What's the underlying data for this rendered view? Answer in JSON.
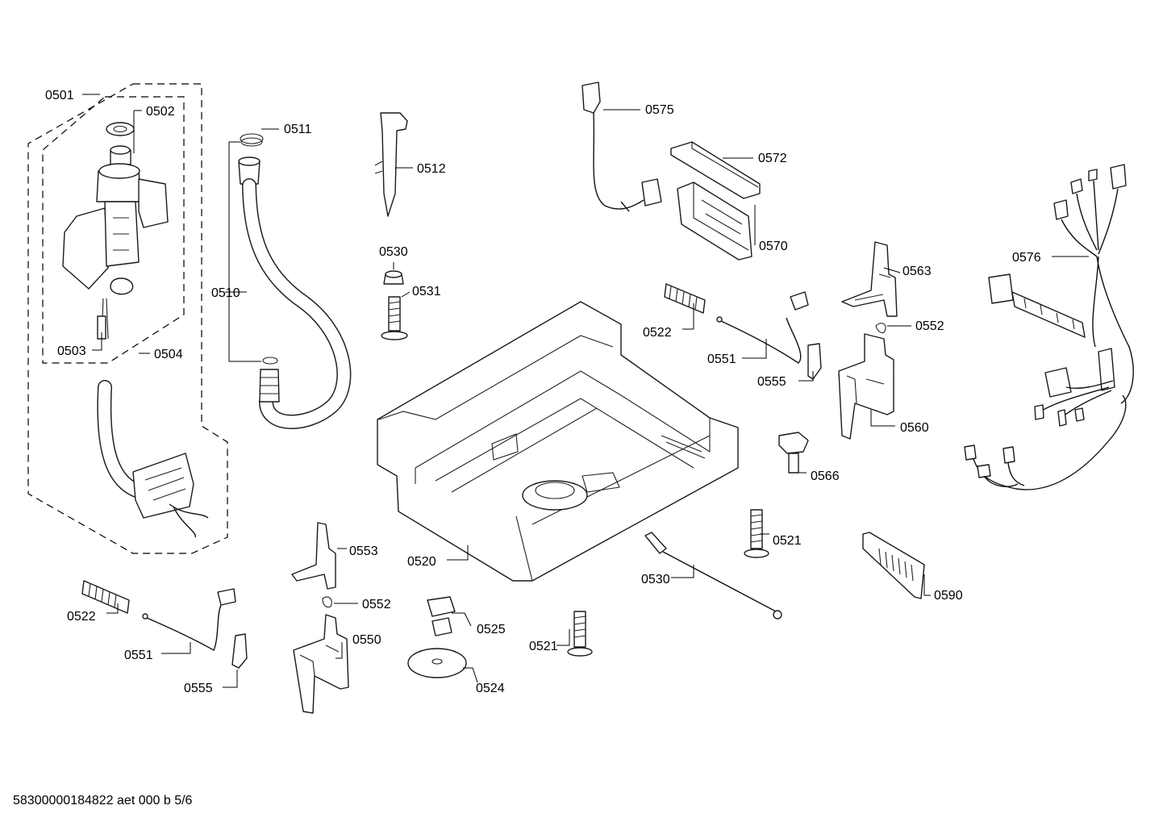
{
  "diagram": {
    "document_code": "58300000184822 aet 000 b 5/6",
    "labels": {
      "l0501": "0501",
      "l0502": "0502",
      "l0503": "0503",
      "l0504": "0504",
      "l0510": "0510",
      "l0511": "0511",
      "l0512": "0512",
      "l0520": "0520",
      "l0521a": "0521",
      "l0521b": "0521",
      "l0522a": "0522",
      "l0522b": "0522",
      "l0524": "0524",
      "l0525": "0525",
      "l0530a": "0530",
      "l0530b": "0530",
      "l0531": "0531",
      "l0550": "0550",
      "l0551a": "0551",
      "l0551b": "0551",
      "l0552a": "0552",
      "l0552b": "0552",
      "l0553": "0553",
      "l0555a": "0555",
      "l0555b": "0555",
      "l0560": "0560",
      "l0563": "0563",
      "l0566": "0566",
      "l0570": "0570",
      "l0572": "0572",
      "l0575": "0575",
      "l0576": "0576",
      "l0590": "0590"
    }
  }
}
